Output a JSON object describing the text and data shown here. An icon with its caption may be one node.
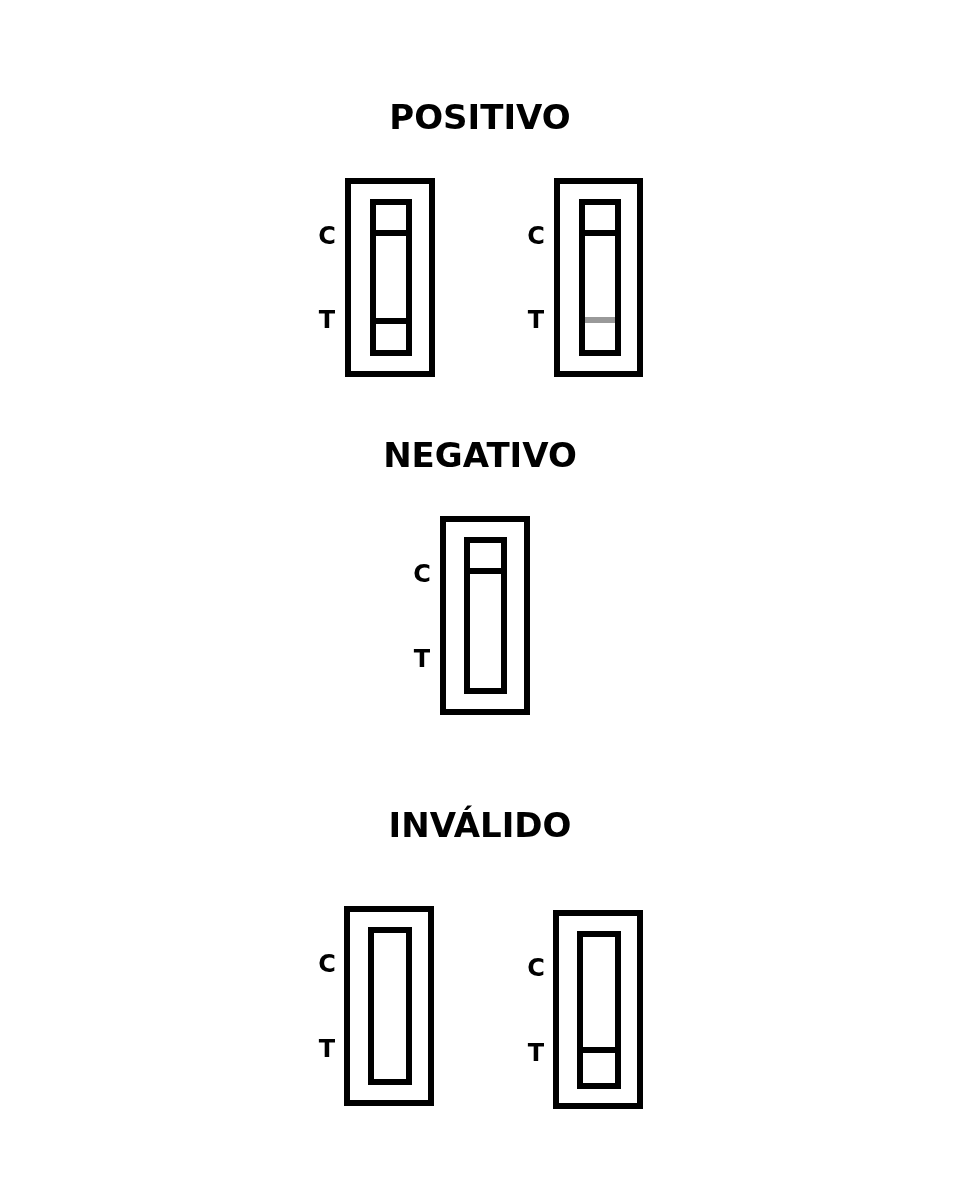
{
  "diagram": {
    "labels": [
      "POSITIVO",
      "C",
      "C",
      "T",
      "T",
      "NEGATIVO",
      "C",
      "T",
      "INVÁLIDO",
      "C",
      "C",
      "T",
      "T"
    ]
  }
}
